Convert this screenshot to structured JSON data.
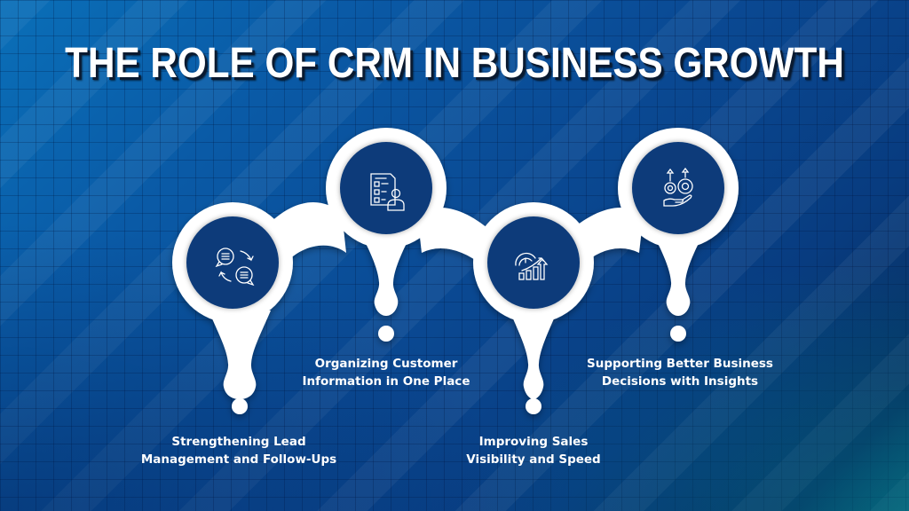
{
  "title": "THE ROLE OF CRM IN BUSINESS GROWTH",
  "colors": {
    "background": "#0a4a94",
    "node_fill": "#0a3a7a",
    "connector": "#ffffff",
    "text": "#ffffff"
  },
  "steps": [
    {
      "icon": "chat-exchange-icon",
      "caption_line1": "Strengthening Lead",
      "caption_line2": "Management and Follow-Ups"
    },
    {
      "icon": "checklist-person-icon",
      "caption_line1": "Organizing Customer",
      "caption_line2": "Information in One Place"
    },
    {
      "icon": "speedometer-growth-chart-icon",
      "caption_line1": "Improving Sales",
      "caption_line2": "Visibility and Speed"
    },
    {
      "icon": "gears-hand-arrows-icon",
      "caption_line1": "Supporting Better Business",
      "caption_line2": "Decisions with Insights"
    }
  ]
}
